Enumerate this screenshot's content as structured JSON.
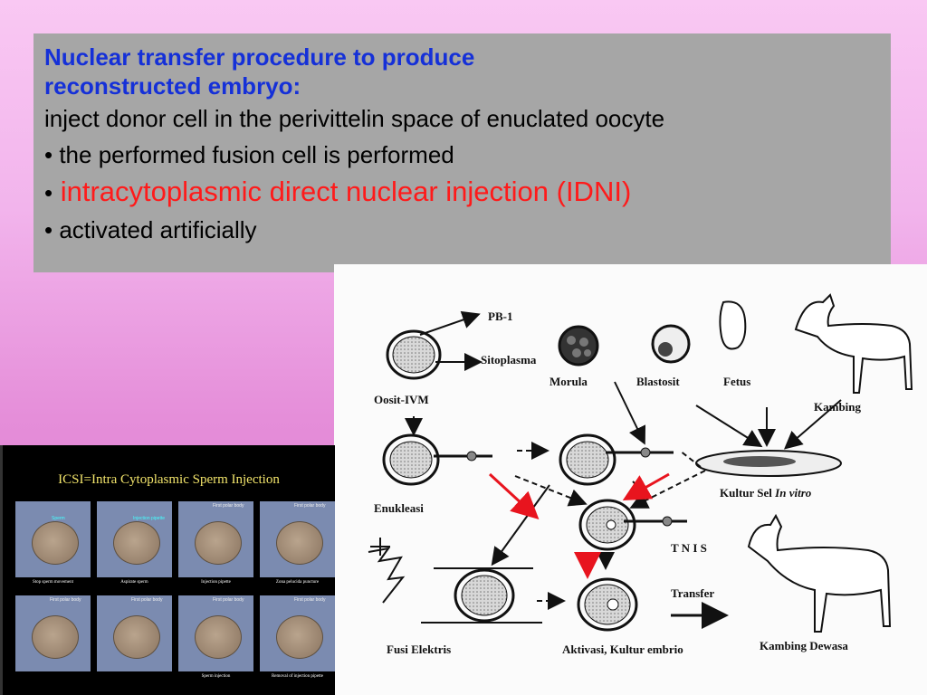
{
  "textbox": {
    "heading_line1": "Nuclear transfer procedure to produce",
    "heading_line2": "reconstructed embryo:",
    "line1": " inject donor cell in the perivittelin space of enuclated oocyte",
    "bullet2": "• the performed fusion  cell is performed",
    "bullet3_bullet": "•",
    "bullet3_text": " intracytoplasmic direct nuclear injection (IDNI)",
    "bullet4": "• activated artificially"
  },
  "diagram": {
    "labels": {
      "pb1": "PB-1",
      "sitoplasma": "Sitoplasma",
      "oosit": "Oosit-IVM",
      "morula": "Morula",
      "blastosit": "Blastosit",
      "fetus": "Fetus",
      "kambing": "Kambing",
      "kultur": "Kultur Sel",
      "kultur_italic": "In vitro",
      "enukleasi": "Enukleasi",
      "tnis": "T N I S",
      "transfer": "Transfer",
      "fusi": "Fusi Elektris",
      "aktivasi": "Aktivasi, Kultur embrio",
      "kambing_dewasa": "Kambing Dewasa"
    },
    "colors": {
      "highlight_arrow": "#e8141e"
    }
  },
  "icsi": {
    "title": "ICSI=Intra Cytoplasmic Sperm Injection",
    "panels_row1": [
      {
        "top": "",
        "mid": "Sperm",
        "caption": "Stop sperm movement"
      },
      {
        "top": "",
        "mid": "Injection pipette",
        "caption": "Aspirate sperm"
      },
      {
        "top": "First polar body",
        "mid": "",
        "caption": "Injection pipette"
      },
      {
        "top": "First polar body",
        "mid": "",
        "caption": "Zona pelucida puncture"
      }
    ],
    "panels_row2": [
      {
        "top": "First polar body",
        "mid": "",
        "caption": ""
      },
      {
        "top": "First polar body",
        "mid": "",
        "caption": ""
      },
      {
        "top": "First polar body",
        "mid": "",
        "caption": "Sperm injection"
      },
      {
        "top": "First polar body",
        "mid": "",
        "caption": "Removal of injection pipette"
      }
    ]
  }
}
